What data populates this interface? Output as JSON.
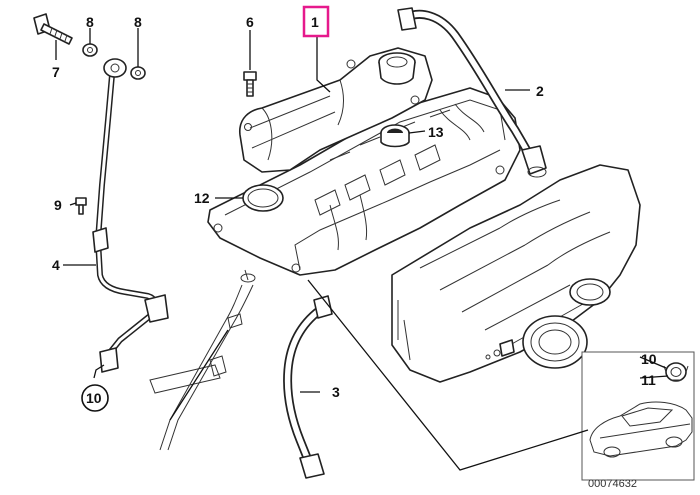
{
  "diagram": {
    "reference_number": "00074632",
    "callouts": [
      {
        "id": "1",
        "label": "1",
        "highlighted": true
      },
      {
        "id": "2",
        "label": "2"
      },
      {
        "id": "3",
        "label": "3"
      },
      {
        "id": "4",
        "label": "4"
      },
      {
        "id": "6",
        "label": "6"
      },
      {
        "id": "7",
        "label": "7"
      },
      {
        "id": "8a",
        "label": "8"
      },
      {
        "id": "8b",
        "label": "8"
      },
      {
        "id": "9",
        "label": "9"
      },
      {
        "id": "10a",
        "label": "10",
        "circled": true
      },
      {
        "id": "10b",
        "label": "10"
      },
      {
        "id": "11",
        "label": "11"
      },
      {
        "id": "12",
        "label": "12"
      },
      {
        "id": "13",
        "label": "13"
      }
    ],
    "highlight_color": "#e6198c",
    "line_color": "#222222"
  }
}
